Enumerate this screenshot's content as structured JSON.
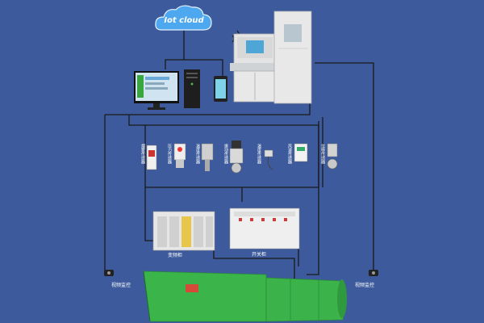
{
  "cloud": {
    "label": "Iot cloud",
    "icon": "cloud-icon"
  },
  "sensors": [
    {
      "label": "烟雾传感器",
      "icon": "smoke-sensor-icon"
    },
    {
      "label": "压力传感器",
      "icon": "pressure-sensor-icon"
    },
    {
      "label": "温度传感器",
      "icon": "temperature-sensor-icon"
    },
    {
      "label": "振动传感器",
      "icon": "vibration-sensor-icon"
    },
    {
      "label": "温度传感器",
      "icon": "temperature-probe-icon"
    },
    {
      "label": "风速传感器",
      "icon": "wind-speed-sensor-icon"
    },
    {
      "label": "位移传感器",
      "icon": "displacement-sensor-icon"
    }
  ],
  "cabinets": {
    "inverter_label": "变频柜",
    "switch_label": "开关柜"
  },
  "cameras": {
    "left_label": "视频监控",
    "right_label": "视频监控"
  },
  "colors": {
    "background": "#3c5a9c",
    "wire": "#1c1c1c",
    "fan": "#3bb54a",
    "cabinet": "#e8e8e8"
  }
}
